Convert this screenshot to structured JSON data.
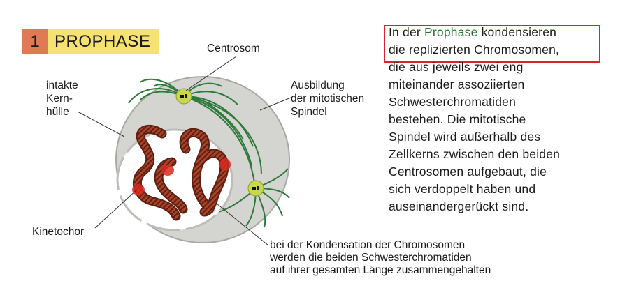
{
  "header": {
    "number": "1",
    "title": "PROPHASE"
  },
  "labels": {
    "centrosom": "Centrosom",
    "kernhuelle": [
      "intakte",
      "Kern-",
      "hülle"
    ],
    "spindel": [
      "Ausbildung",
      "der mitotischen",
      "Spindel"
    ],
    "kinetochor": "Kinetochor"
  },
  "caption": [
    "bei der Kondensation der Chromosomen",
    "werden die beiden Schwesterchromatiden",
    "auf ihrer gesamten Länge zusammengehalten"
  ],
  "description": {
    "line1_a": "In der ",
    "line1_b": "Prophase",
    "line1_c": " kondensieren",
    "lines": [
      "die replizierten Chromosomen,",
      "die aus jeweils zwei eng",
      "miteinander assoziierten",
      "Schwesterchromatiden",
      "bestehen. Die mitotische",
      "Spindel wird außerhalb des",
      "Zellkerns zwischen den beiden",
      "Centrosomen aufgebaut, die",
      "sich verdoppelt haben und",
      "auseinandergerückt sind."
    ]
  },
  "colors": {
    "header_number_bg": "#e07a55",
    "header_title_bg": "#f6e270",
    "cytoplasm": "#d4d4d0",
    "spindle": "#2d7a3a",
    "centrosome": "#c8d84a",
    "chromosome": "#9b3a22",
    "kinetochore": "#d8291f",
    "highlight_box": "#d6262b"
  },
  "icons": [
    "centrosome-icon",
    "chromosome-icon",
    "spindle-fiber-icon"
  ]
}
